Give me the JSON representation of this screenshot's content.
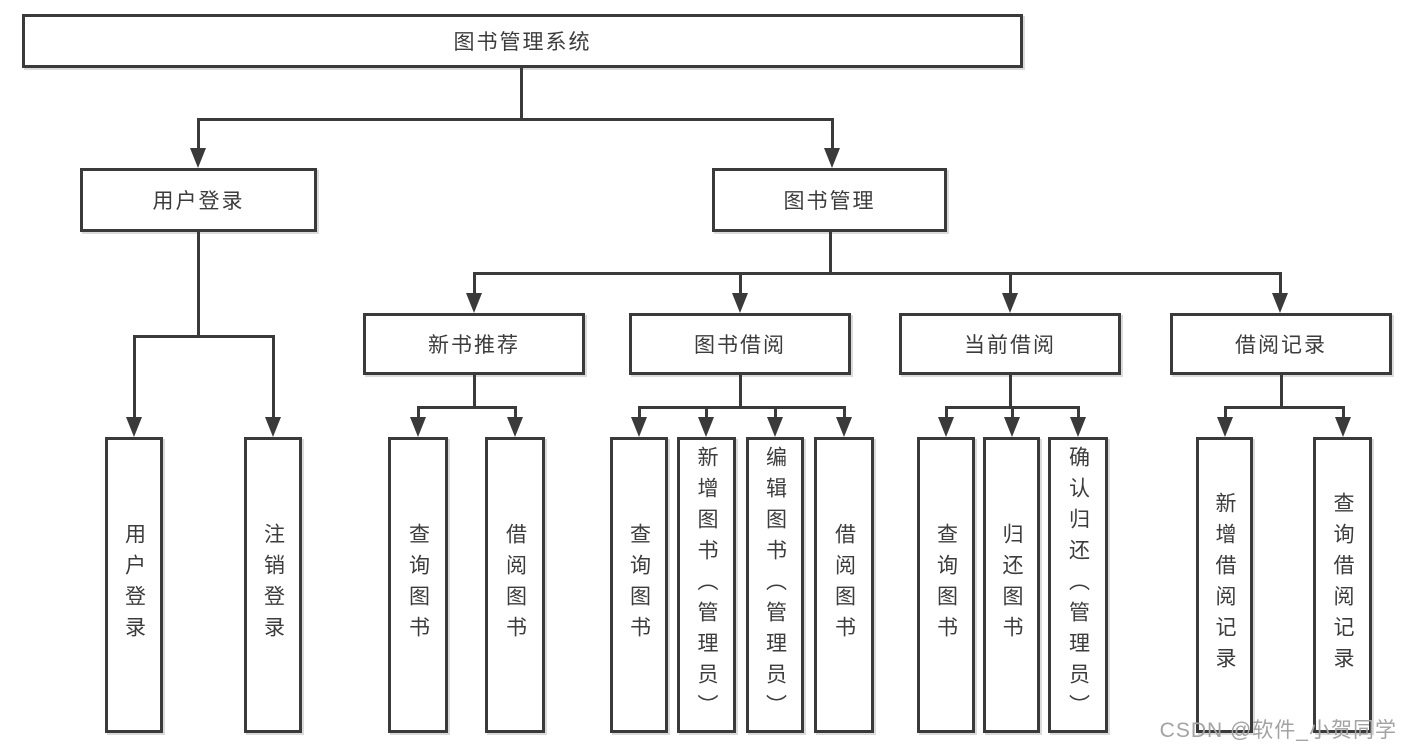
{
  "diagram": {
    "root": {
      "label": "图书管理系统"
    },
    "level2": [
      {
        "label": "用户登录"
      },
      {
        "label": "图书管理"
      }
    ],
    "level3": [
      {
        "label": "新书推荐"
      },
      {
        "label": "图书借阅"
      },
      {
        "label": "当前借阅"
      },
      {
        "label": "借阅记录"
      }
    ],
    "leaves": {
      "user_login": [
        "用户登录",
        "注销登录"
      ],
      "new_books": [
        "查询图书",
        "借阅图书"
      ],
      "book_borrow": [
        "查询图书",
        "新增图书（管理员）",
        "编辑图书（管理员）",
        "借阅图书"
      ],
      "current_borrow": [
        "查询图书",
        "归还图书",
        "确认归还（管理员）"
      ],
      "borrow_records": [
        "新增借阅记录",
        "查询借阅记录"
      ]
    }
  },
  "watermark": "CSDN @软件_小贺同学",
  "colors": {
    "line": "#3a3a3a",
    "text": "#3c3c3c",
    "watermark": "#a3a3a3",
    "background": "#ffffff"
  }
}
